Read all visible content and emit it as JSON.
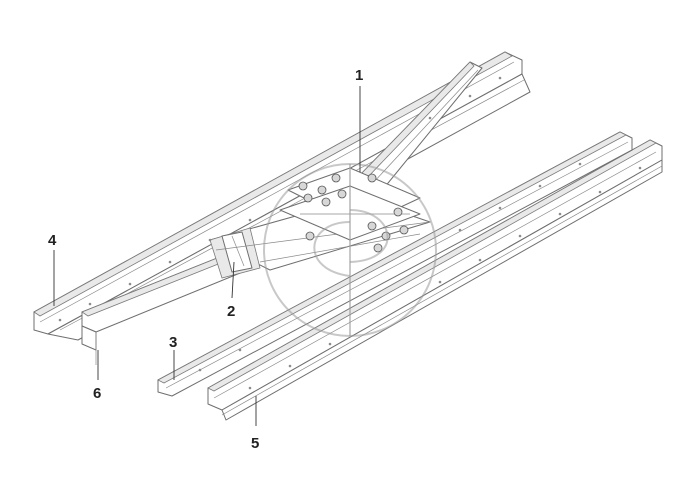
{
  "diagram": {
    "callouts": [
      {
        "id": "callout-1",
        "text": "1"
      },
      {
        "id": "callout-2",
        "text": "2"
      },
      {
        "id": "callout-3",
        "text": "3"
      },
      {
        "id": "callout-4",
        "text": "4"
      },
      {
        "id": "callout-5",
        "text": "5"
      },
      {
        "id": "callout-6",
        "text": "6"
      }
    ]
  }
}
